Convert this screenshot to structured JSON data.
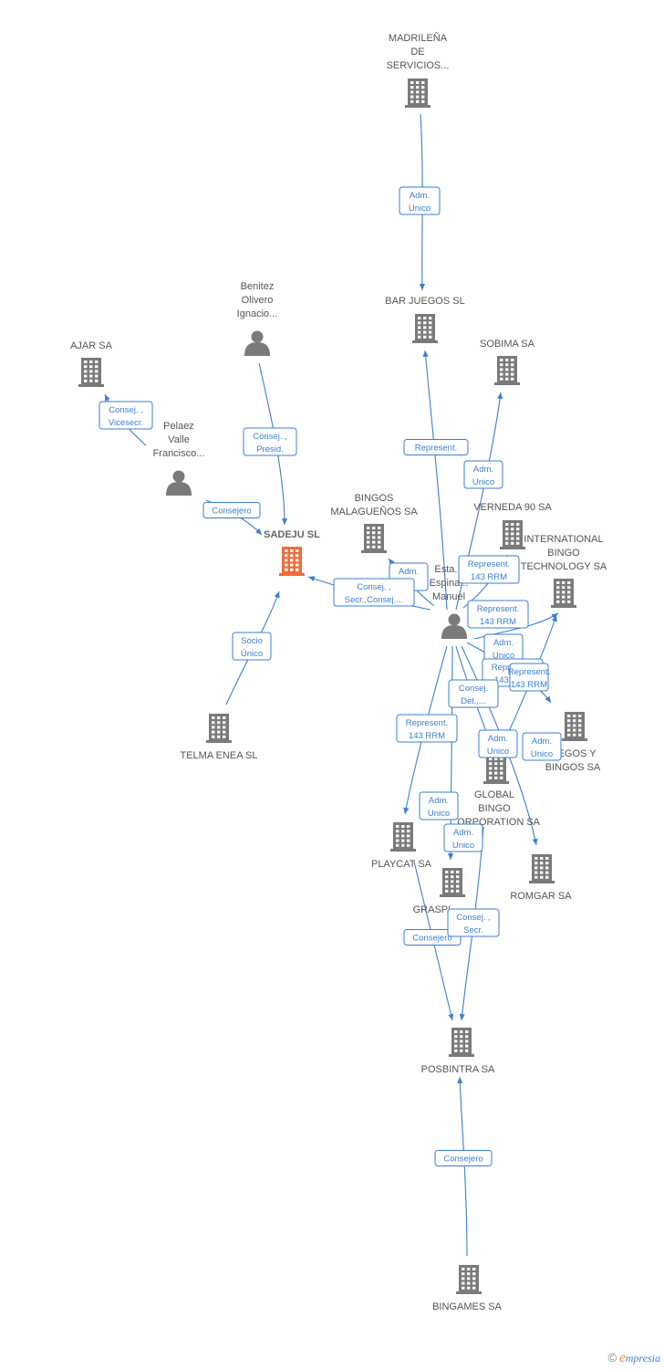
{
  "colors": {
    "edge": "#3a7fd5",
    "building": "#7a7a7a",
    "focus": "#f26a3a",
    "person": "#7a7a7a"
  },
  "nodes": [
    {
      "id": "madrilena",
      "type": "company",
      "label": [
        "MADRILEÑA",
        "DE",
        "SERVICIOS..."
      ],
      "icon": "building-icon"
    },
    {
      "id": "barjuegos",
      "type": "company",
      "label": [
        "BAR JUEGOS SL"
      ],
      "icon": "building-icon"
    },
    {
      "id": "sobima",
      "type": "company",
      "label": [
        "SOBIMA SA"
      ],
      "icon": "building-icon"
    },
    {
      "id": "ajar",
      "type": "company",
      "label": [
        "AJAR SA"
      ],
      "icon": "building-icon"
    },
    {
      "id": "benitez",
      "type": "person",
      "label": [
        "Benitez",
        "Olivero",
        "Ignacio..."
      ],
      "icon": "person-icon"
    },
    {
      "id": "pelaez",
      "type": "person",
      "label": [
        "Pelaez",
        "Valle",
        "Francisco..."
      ],
      "icon": "person-icon"
    },
    {
      "id": "sadeju",
      "type": "focus",
      "label": [
        "SADEJU SL"
      ],
      "icon": "building-icon"
    },
    {
      "id": "bingosmal",
      "type": "company",
      "label": [
        "BINGOS",
        "MALAGUEÑOS SA"
      ],
      "icon": "building-icon"
    },
    {
      "id": "verneda",
      "type": "company",
      "label": [
        "VERNEDA 90 SA"
      ],
      "icon": "building-icon"
    },
    {
      "id": "intlbingo",
      "type": "company",
      "label": [
        "INTERNATIONAL",
        "BINGO",
        "TECHNOLOGY SA"
      ],
      "icon": "building-icon"
    },
    {
      "id": "estaspinar",
      "type": "person",
      "label": [
        "Esta...",
        "Espina...",
        "Manuel"
      ],
      "icon": "person-icon"
    },
    {
      "id": "telma",
      "type": "company",
      "label": [
        "TELMA ENEA SL"
      ],
      "icon": "building-icon"
    },
    {
      "id": "juegosbingos",
      "type": "company",
      "label": [
        "...EGOS Y",
        "BINGOS SA"
      ],
      "icon": "building-icon"
    },
    {
      "id": "globalbingo",
      "type": "company",
      "label": [
        "GLOBAL",
        "BINGO",
        "...ORPORATION SA"
      ],
      "icon": "building-icon"
    },
    {
      "id": "playcat",
      "type": "company",
      "label": [
        "PLAYCAT SA"
      ],
      "icon": "building-icon"
    },
    {
      "id": "romgar",
      "type": "company",
      "label": [
        "ROMGAR SA"
      ],
      "icon": "building-icon"
    },
    {
      "id": "graspi",
      "type": "company",
      "label": [
        "GRASPI..."
      ],
      "icon": "building-icon"
    },
    {
      "id": "posbintra",
      "type": "company",
      "label": [
        "POSBINTRA SA"
      ],
      "icon": "building-icon"
    },
    {
      "id": "bingames",
      "type": "company",
      "label": [
        "BINGAMES SA"
      ],
      "icon": "building-icon"
    }
  ],
  "roles": [
    {
      "id": "r1",
      "lines": [
        "Adm.",
        "Unico"
      ]
    },
    {
      "id": "r2",
      "lines": [
        "Consej. ,",
        "Vicesecr."
      ]
    },
    {
      "id": "r3",
      "lines": [
        "Consej. ,",
        "Presid."
      ]
    },
    {
      "id": "r4",
      "lines": [
        "Consejero"
      ]
    },
    {
      "id": "r5",
      "lines": [
        "Socio",
        "Único"
      ]
    },
    {
      "id": "r6",
      "lines": [
        "Represent."
      ]
    },
    {
      "id": "r7",
      "lines": [
        "Adm.",
        "Unico"
      ]
    },
    {
      "id": "r8",
      "lines": [
        "Adm.",
        "...o"
      ]
    },
    {
      "id": "r9",
      "lines": [
        "Consej. ,",
        "Secr.,Consej...."
      ]
    },
    {
      "id": "r10",
      "lines": [
        "Represent.",
        "143 RRM"
      ]
    },
    {
      "id": "r11",
      "lines": [
        "Represent.",
        "143 RRM"
      ]
    },
    {
      "id": "r12",
      "lines": [
        "Adm.",
        "Unico"
      ]
    },
    {
      "id": "r13",
      "lines": [
        "Represent.",
        "143 RRM"
      ]
    },
    {
      "id": "r14",
      "lines": [
        "Consej.",
        "Del.,..."
      ]
    },
    {
      "id": "r15",
      "lines": [
        "Represent.",
        "143 RRM"
      ]
    },
    {
      "id": "r16",
      "lines": [
        "Adm.",
        "Unico"
      ]
    },
    {
      "id": "r17",
      "lines": [
        "Adm.",
        "Unico"
      ]
    },
    {
      "id": "r18",
      "lines": [
        "Represent.",
        "143 RRM"
      ]
    },
    {
      "id": "r19",
      "lines": [
        "Adm.",
        "Unico"
      ]
    },
    {
      "id": "r20",
      "lines": [
        "Adm.",
        "Unico"
      ]
    },
    {
      "id": "r21",
      "lines": [
        "Consejero"
      ]
    },
    {
      "id": "r22",
      "lines": [
        "Consej. ,",
        "Secr."
      ]
    },
    {
      "id": "r23",
      "lines": [
        "Consejero"
      ]
    }
  ],
  "footer": {
    "copyright": "©",
    "brand_initial": "e",
    "brand_rest": "mpresia"
  }
}
